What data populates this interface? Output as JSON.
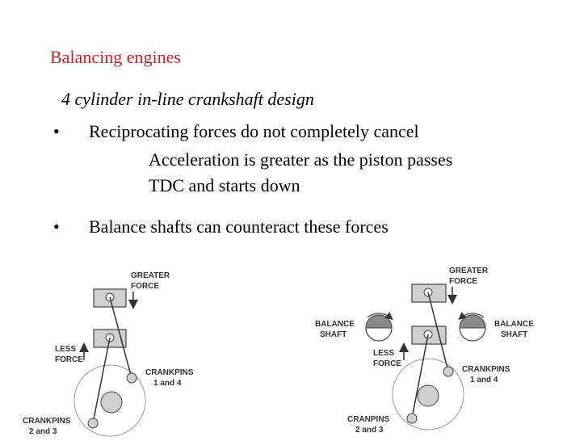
{
  "slide": {
    "title": "Balancing engines",
    "subtitle": "4 cylinder in-line crankshaft design",
    "bullets": [
      {
        "text": "Reciprocating forces do not completely cancel",
        "subpoints": [
          "Acceleration is greater as the piston passes",
          "TDC and starts down"
        ]
      },
      {
        "text": "Balance shafts can counteract these forces"
      }
    ],
    "bullet_char": "•"
  },
  "diagram_left": {
    "greater_force": [
      "GREATER",
      "FORCE"
    ],
    "less_force": [
      "LESS",
      "FORCE"
    ],
    "crankpins_14": [
      "CRANKPINS",
      "1 and 4"
    ],
    "crankpins_23": [
      "CRANKPINS",
      "2 and 3"
    ]
  },
  "diagram_right": {
    "greater_force": [
      "GREATER",
      "FORCE"
    ],
    "balance_shaft_left": [
      "BALANCE",
      "SHAFT"
    ],
    "balance_shaft_right": [
      "BALANCE",
      "SHAFT"
    ],
    "less_force": [
      "LESS",
      "FORCE"
    ],
    "crankpins_14": [
      "CRANKPINS",
      "1 and 4"
    ],
    "crankpins_23": [
      "CRANPINS",
      "2 and 3"
    ]
  }
}
